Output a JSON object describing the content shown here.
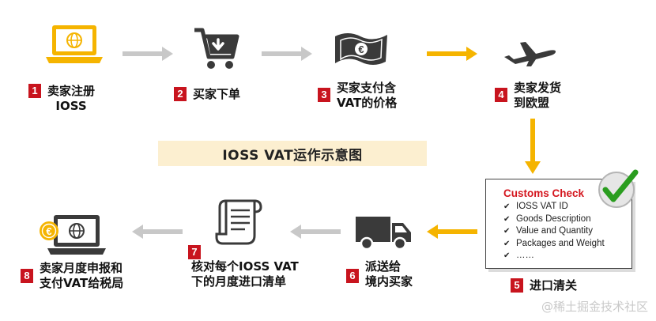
{
  "title": "IOSS VAT运作示意图",
  "colors": {
    "step_number_bg": "#c8141e",
    "arrow_orange": "#f5b400",
    "arrow_grey": "#c8c8c8",
    "title_bg": "#fcefd0",
    "customs_title": "#d4161e",
    "check_green": "#2a9d1f"
  },
  "steps": [
    {
      "num": "1",
      "lines": [
        "卖家注册",
        "IOSS"
      ],
      "icon": "laptop-globe-icon"
    },
    {
      "num": "2",
      "lines": [
        "买家下单"
      ],
      "icon": "shopping-cart-icon"
    },
    {
      "num": "3",
      "lines": [
        "买家支付含",
        "VAT的价格"
      ],
      "icon": "euro-banknote-icon"
    },
    {
      "num": "4",
      "lines": [
        "卖家发货",
        "到欧盟"
      ],
      "icon": "airplane-icon"
    },
    {
      "num": "5",
      "lines": [
        "进口清关"
      ],
      "icon": "customs-check-card"
    },
    {
      "num": "6",
      "lines": [
        "派送给",
        "境内买家"
      ],
      "icon": "delivery-van-icon"
    },
    {
      "num": "7",
      "lines": [
        "核对每个IOSS VAT",
        "下的月度进口清单"
      ],
      "icon": "scroll-list-icon"
    },
    {
      "num": "8",
      "lines": [
        "卖家月度申报和",
        "支付VAT给税局"
      ],
      "icon": "laptop-euro-coin-icon"
    }
  ],
  "customs": {
    "title": "Customs Check",
    "items": [
      "IOSS VAT ID",
      "Goods Description",
      "Value and Quantity",
      "Packages and Weight",
      "……"
    ]
  },
  "watermark": "@稀土掘金技术社区"
}
